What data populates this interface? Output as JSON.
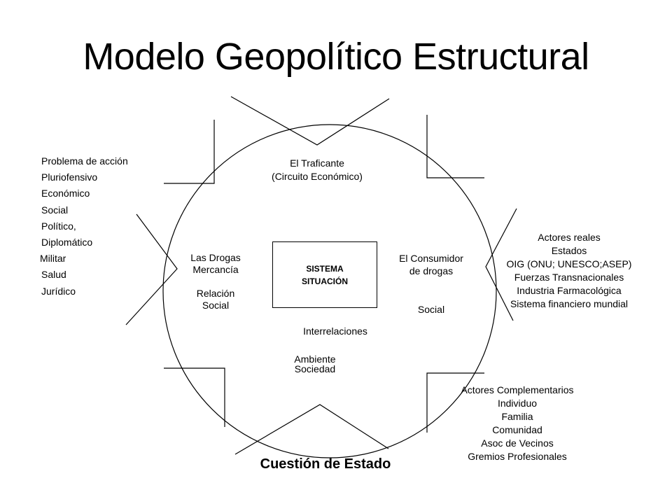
{
  "title": "Modelo Geopolítico Estructural",
  "left_list": [
    "Problema de acción",
    "Pluriofensivo",
    "Económico",
    "Social",
    "Político,",
    "Diplomático",
    "Militar",
    "Salud",
    "Jurídico"
  ],
  "top_node": [
    "El Traficante",
    "(Circuito Económico)"
  ],
  "left_node": {
    "line1": "Las Drogas",
    "line2": "Mercancía",
    "line3": "Relación",
    "line4": "Social"
  },
  "right_node": {
    "line1": "El Consumidor",
    "line2": "de drogas",
    "line3": "Social"
  },
  "center_box": [
    "SISTEMA",
    "SITUACIÓN"
  ],
  "interrelaciones": "Interrelaciones",
  "ambiente": [
    "Ambiente",
    "Sociedad"
  ],
  "actores_reales": [
    "Actores reales",
    "Estados",
    "OIG (ONU; UNESCO;ASEP)",
    "Fuerzas Transnacionales",
    "Industria Farmacológica",
    "Sistema financiero mundial"
  ],
  "actores_complementarios": [
    "Actores Complementarios",
    "Individuo",
    "Familia",
    "Comunidad",
    "Asoc de Vecinos",
    "Gremios Profesionales"
  ],
  "footer": "Cuestión de Estado"
}
